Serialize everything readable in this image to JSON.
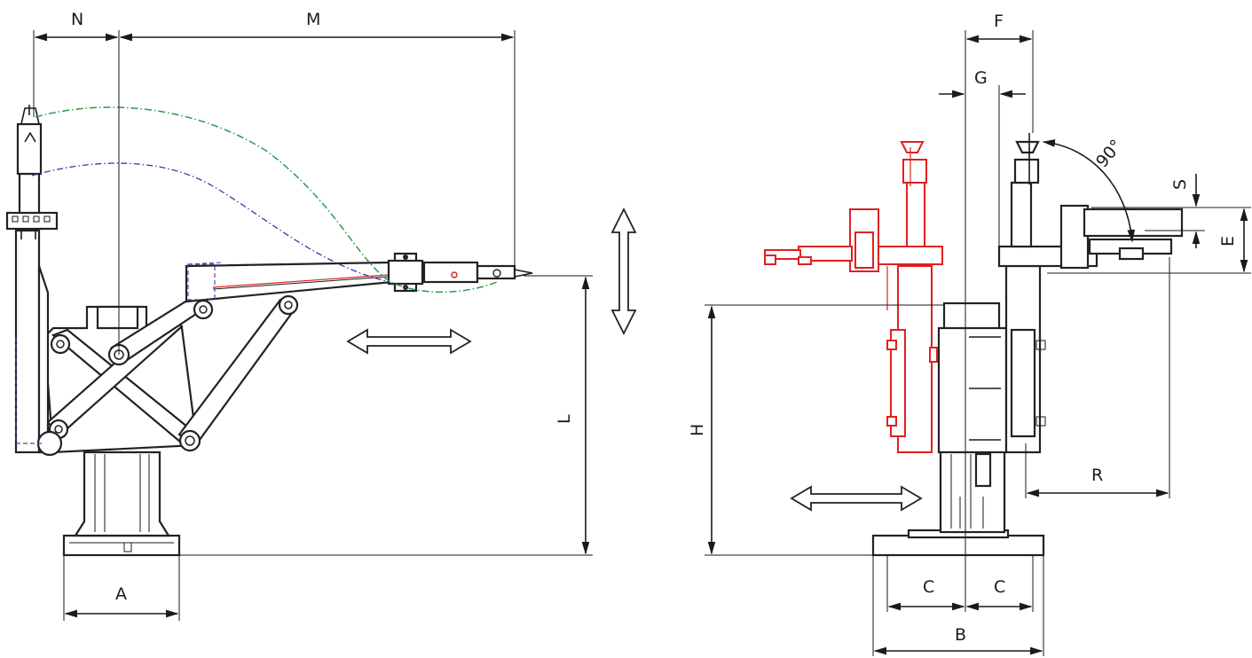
{
  "dimensions": {
    "N": "N",
    "M": "M",
    "L": "L",
    "A": "A",
    "F": "F",
    "G": "G",
    "S": "S",
    "E": "E",
    "H": "H",
    "R": "R",
    "C_left": "C",
    "C_right": "C",
    "B": "B",
    "angle": "90°"
  },
  "colors": {
    "line": "#1a1a1a",
    "alt_position": "#e02020",
    "trajectory_green": "#2a9a4a",
    "trajectory_blue": "#3a3aa8"
  }
}
